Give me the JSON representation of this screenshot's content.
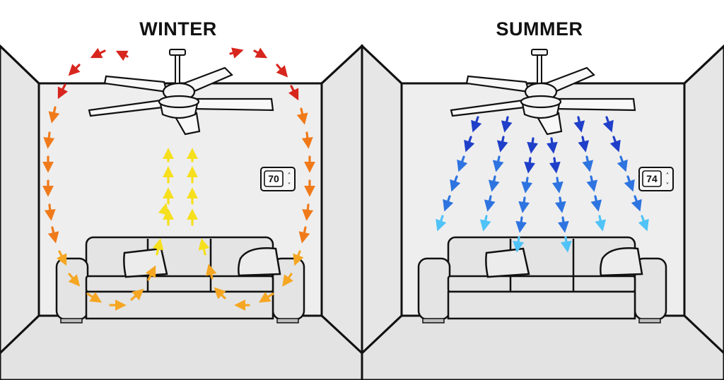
{
  "panels": {
    "winter": {
      "title": "WINTER",
      "thermostat": "70",
      "thermostat_up": "˄",
      "thermostat_down": "˅"
    },
    "summer": {
      "title": "SUMMER",
      "thermostat": "74",
      "thermostat_up": "˄",
      "thermostat_down": "˅"
    }
  },
  "colors": {
    "wall": "#eeeeee",
    "floor": "#e3e3e3",
    "outline": "#111111",
    "warm_top": "#d7261e",
    "warm_mid": "#f07a1a",
    "warm_low": "#f5a623",
    "warm_center": "#f6df1c",
    "cool_top": "#1f3fc9",
    "cool_mid": "#2e74e0",
    "cool_low": "#4fc3f7"
  },
  "icons": {
    "fan": "ceiling-fan-icon",
    "sofa": "sofa-icon",
    "thermostat": "thermostat-icon",
    "arrow": "dashed-arrow-icon"
  }
}
